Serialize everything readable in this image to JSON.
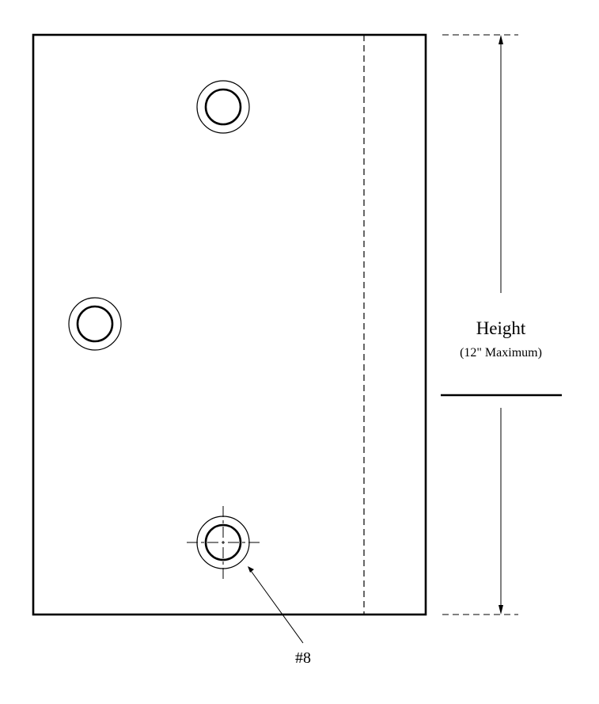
{
  "dimension": {
    "label": "Height",
    "sublabel": "(12\" Maximum)"
  },
  "callout": {
    "label": "#8"
  }
}
